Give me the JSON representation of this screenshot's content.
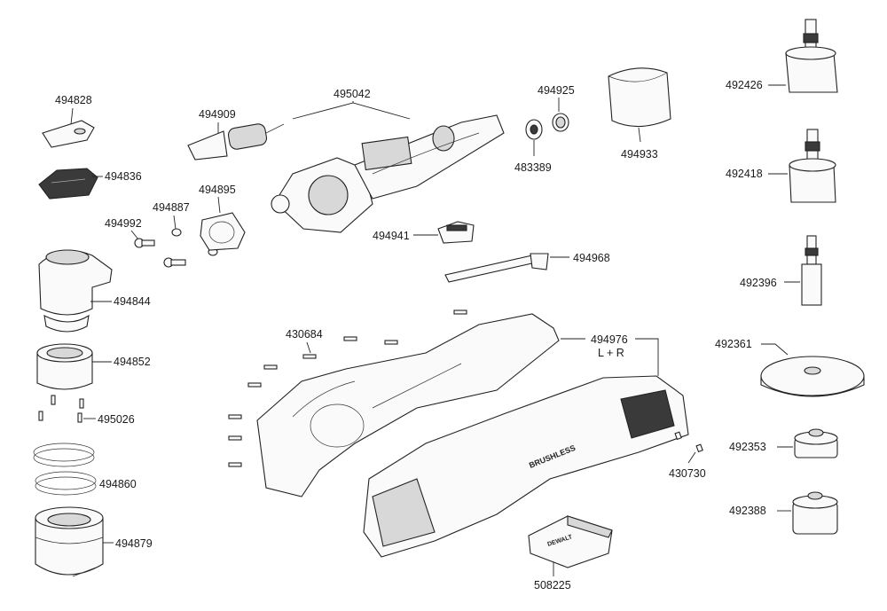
{
  "parts": {
    "p494828": "494828",
    "p494836": "494836",
    "p494992": "494992",
    "p494887": "494887",
    "p494895": "494895",
    "p494909": "494909",
    "p495042": "495042",
    "p494925": "494925",
    "p483389": "483389",
    "p494933": "494933",
    "p492426": "492426",
    "p492418": "492418",
    "p492396": "492396",
    "p492361": "492361",
    "p492353": "492353",
    "p492388": "492388",
    "p494941": "494941",
    "p494968": "494968",
    "p494844": "494844",
    "p494852": "494852",
    "p495026": "495026",
    "p494860": "494860",
    "p494879": "494879",
    "p430684": "430684",
    "p494976": "494976",
    "p494976_sub": "L + R",
    "p430730": "430730",
    "p508225": "508225"
  },
  "product_text": {
    "brushless": "BRUSHLESS",
    "battery": "DEWALT"
  }
}
